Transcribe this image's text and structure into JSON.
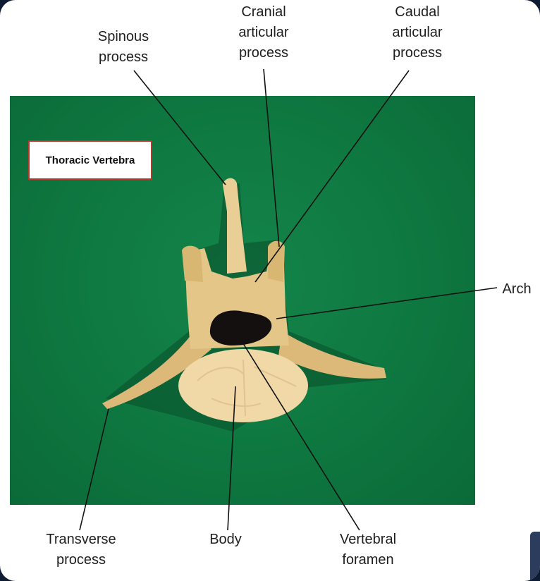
{
  "title": "Thoracic Vertebra",
  "labels": {
    "spinous": [
      "Spinous",
      "process"
    ],
    "cranial": [
      "Cranial",
      "articular",
      "process"
    ],
    "caudal": [
      "Caudal",
      "articular",
      "process"
    ],
    "arch": [
      "Arch"
    ],
    "transverse": [
      "Transverse",
      "process"
    ],
    "body": [
      "Body"
    ],
    "foramen": [
      "Vertebral",
      "foramen"
    ]
  },
  "colors": {
    "background": "#0f7a42",
    "bone": "#e7c98a",
    "label_border": "#b5382c"
  }
}
